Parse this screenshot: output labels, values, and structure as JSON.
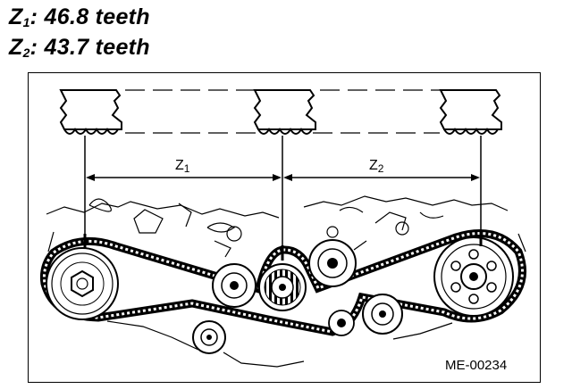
{
  "headings": [
    {
      "symbol": "Z",
      "sub": "1",
      "text": ": 46.8 teeth"
    },
    {
      "symbol": "Z",
      "sub": "2",
      "text": ": 43.7 teeth"
    }
  ],
  "diagram": {
    "labels": {
      "z1": "Z1",
      "z2": "Z2",
      "z1_main": "Z",
      "z1_sub": "1",
      "z2_main": "Z",
      "z2_sub": "2"
    },
    "code": "ME-00234"
  }
}
